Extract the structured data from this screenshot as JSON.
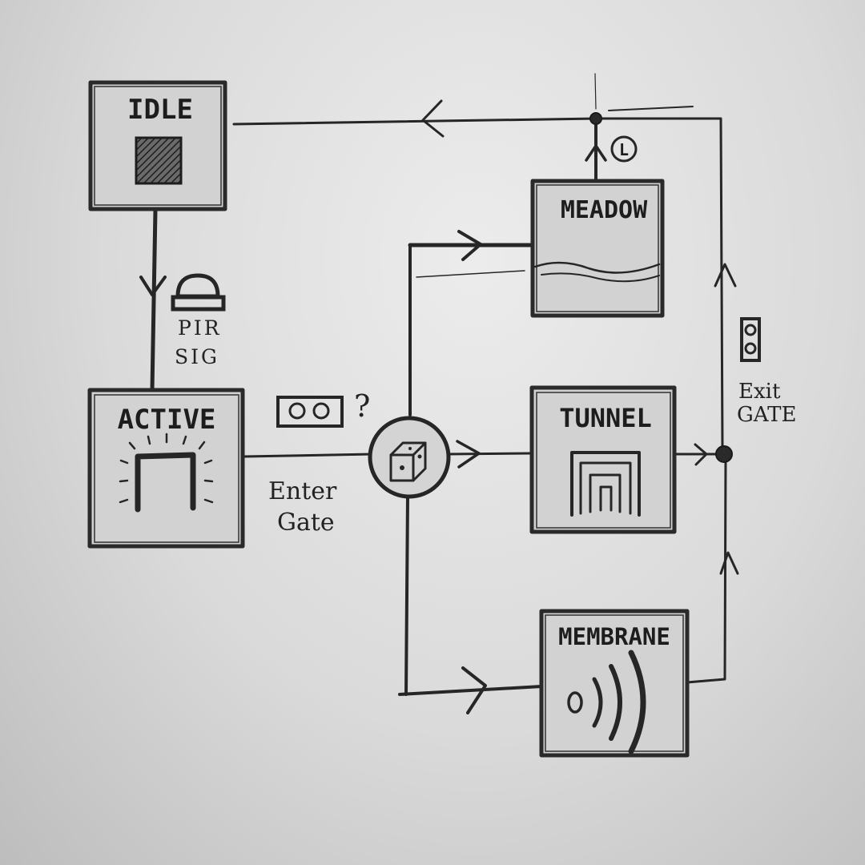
{
  "nodes": {
    "idle": {
      "label": "IDLE"
    },
    "active": {
      "label": "ACTIVE"
    },
    "meadow": {
      "label": "MEADOW"
    },
    "tunnel": {
      "label": "TUNNEL"
    },
    "membrane": {
      "label": "MEMBRANE"
    }
  },
  "annotations": {
    "pir_line1": "PIR",
    "pir_line2": "SIG",
    "enter_line1": "Enter",
    "enter_line2": "Gate",
    "exit_line1": "Exit",
    "exit_line2": "GATE",
    "question": "?",
    "timer_letter": "L"
  },
  "icons": {
    "idle": "hatched-square-icon",
    "pir_sensor": "dome-sensor-icon",
    "active": "glowing-gate-icon",
    "pass_card": "two-light-panel-icon",
    "random": "dice-icon",
    "tunnel": "nested-arch-icon",
    "membrane": "sound-waves-icon",
    "exit_signal": "traffic-light-icon",
    "timer": "circled-l-icon"
  },
  "colors": {
    "ink": "#262626",
    "paper": "#dcdcdc"
  }
}
